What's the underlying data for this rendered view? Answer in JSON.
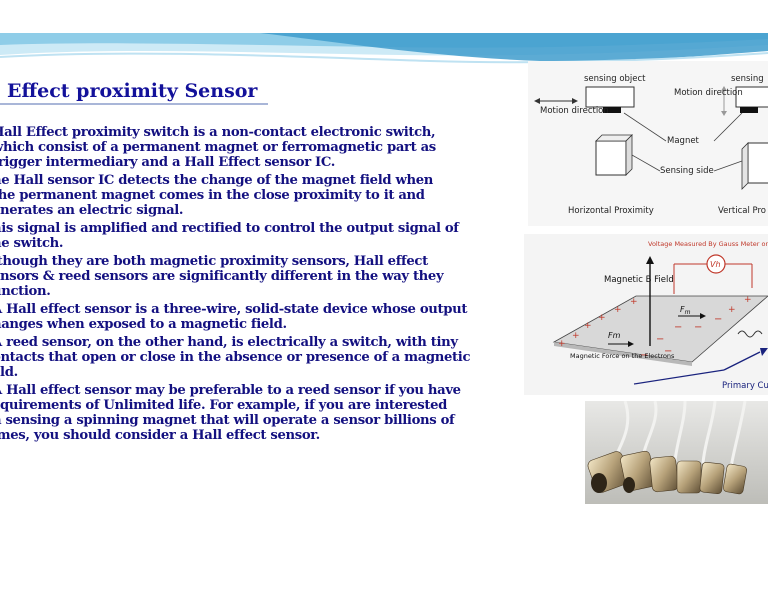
{
  "title": "ll Effect proximity  Sensor",
  "bullets": [
    [
      "Hall Effect proximity switch is a non-contact electronic  switch,",
      "which  consist  of  a  permanent magnet or ferromagnetic part as",
      "trigger intermediary and  a  Hall  Effect  sensor  IC."
    ],
    [
      "he  Hall  sensor  IC detects the change of the magnet field when",
      "the permanent magnet comes in the close proximity to it and",
      "enerates an electric signal."
    ],
    [
      "his signal is amplified and rectified to control the output signal of",
      "he switch."
    ],
    [
      "lthough they are both magnetic proximity sensors, Hall effect",
      "ensors & reed sensors are significantly different in the way they",
      "unction."
    ],
    [
      "A Hall effect sensor is a three-wire, solid-state device whose output",
      "hanges when exposed to a magnetic field."
    ],
    [
      "A reed sensor, on the other hand, is electrically a switch, with tiny",
      "ontacts that open or close in the absence or presence of a magnetic",
      "eld."
    ],
    [
      "A Hall effect sensor may be preferable to a reed sensor if you have",
      "equirements of  Unlimited life.  For example, if you are interested",
      "n sensing a spinning magnet that will operate a sensor billions of",
      "imes, you should consider a Hall effect sensor."
    ]
  ],
  "proximity_figure": {
    "sensing_object_left": "sensing object",
    "sensing_object_right": "sensing",
    "motion_direction_left": "Motion direction",
    "motion_direction_right": "Motion direction",
    "magnet": "Magnet",
    "sensing_side": "Sensing side",
    "horizontal": "Horizontal Proximity",
    "vertical": "Vertical Pro"
  },
  "hall_figure": {
    "voltage_note": "Voltage Measured By Gauss Meter or Other Instrument",
    "vh": "Vh",
    "magnetic_field": "Magnetic B Field",
    "force_label": "Magnetic Force on the Electrons",
    "fm": "Fm",
    "primary_current": "Primary Current"
  },
  "colors": {
    "title": "#13119a",
    "body_text": "#131080",
    "wave_light": "#cdeaf6",
    "wave_mid": "#8fcde8",
    "wave_dark": "#3f9ccd"
  }
}
